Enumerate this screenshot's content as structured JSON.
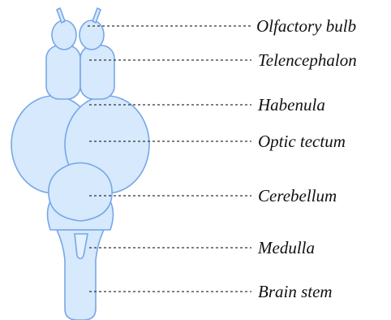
{
  "labels": {
    "olfactory_bulb": "Olfactory bulb",
    "telencephalon": "Telencephalon",
    "habenula": "Habenula",
    "optic_tectum": "Optic tectum",
    "cerebellum": "Cerebellum",
    "medulla": "Medulla",
    "brain_stem": "Brain stem"
  },
  "colors": {
    "tissue_fill": "#d6e9fd",
    "tissue_stroke": "#77a7e6",
    "leader_line": "#333333",
    "label_text": "#111111"
  }
}
